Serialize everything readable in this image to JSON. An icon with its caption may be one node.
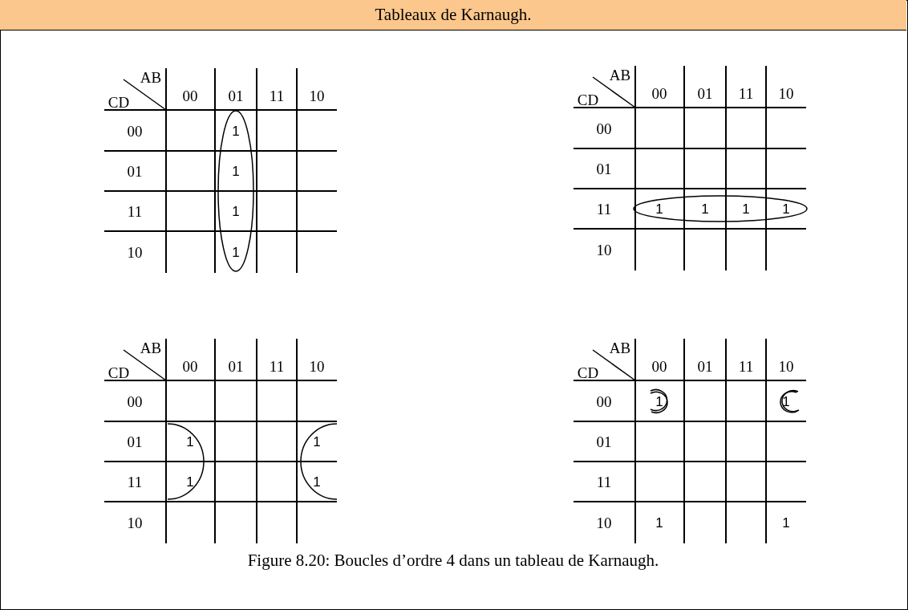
{
  "diagram": {
    "title": "Tableaux de Karnaugh.",
    "caption": "Figure 8.20: Boucles d’ordre 4 dans un tableau de Karnaugh.",
    "labels": [
      "AB",
      "CD",
      "00",
      "01",
      "11",
      "10",
      "00",
      "1",
      "01",
      "1",
      "11",
      "1",
      "10",
      "1",
      "AB",
      "CD",
      "00",
      "01",
      "11",
      "10",
      "00",
      "01",
      "11",
      "1",
      "1",
      "1",
      "1",
      "10",
      "AB",
      "CD",
      "00",
      "01",
      "11",
      "10",
      "00",
      "01",
      "1",
      "1",
      "11",
      "1",
      "1",
      "10",
      "AB",
      "CD",
      "00",
      "01",
      "11",
      "10",
      "00",
      "1",
      "1",
      "01",
      "11",
      "10",
      "1",
      "1"
    ]
  }
}
